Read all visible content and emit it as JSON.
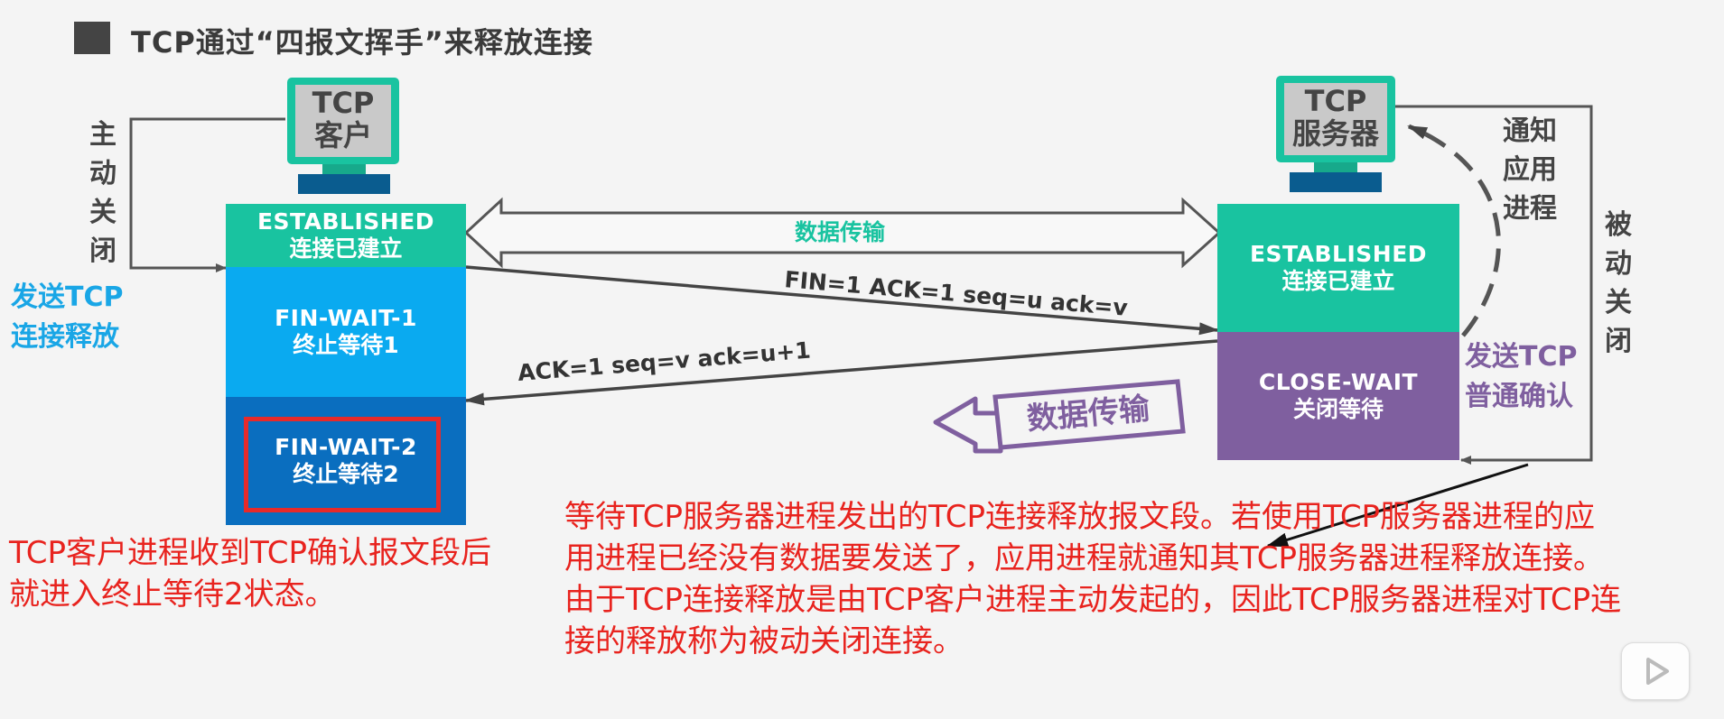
{
  "title": "TCP通过“四报文挥手”来释放连接",
  "client": {
    "monitor_label_1": "TCP",
    "monitor_label_2": "客户",
    "states": [
      {
        "en": "ESTABLISHED",
        "cn": "连接已建立"
      },
      {
        "en": "FIN-WAIT-1",
        "cn": "终止等待1"
      },
      {
        "en": "FIN-WAIT-2",
        "cn": "终止等待2"
      }
    ],
    "active_close": [
      "主",
      "动",
      "关",
      "闭"
    ],
    "send_release": [
      "发送TCP",
      "连接释放"
    ]
  },
  "server": {
    "monitor_label_1": "TCP",
    "monitor_label_2": "服务器",
    "states": [
      {
        "en": "ESTABLISHED",
        "cn": "连接已建立"
      },
      {
        "en": "CLOSE-WAIT",
        "cn": "关闭等待"
      }
    ],
    "notify_app": [
      "通知",
      "应用",
      "进程"
    ],
    "passive_close": [
      "被",
      "动",
      "关",
      "闭"
    ],
    "send_ack": [
      "发送TCP",
      "普通确认"
    ]
  },
  "segments": {
    "data_transfer_top": "数据传输",
    "fin": "FIN=1   ACK=1   seq=u   ack=v",
    "ack": "ACK=1    seq=v    ack=u+1",
    "data_transfer_server": "数据传输"
  },
  "notes": {
    "client_note": [
      "TCP客户进程收到TCP确认报文段后",
      "就进入终止等待2状态。"
    ],
    "server_note": [
      "等待TCP服务器进程发出的TCP连接释放报文段。若使用TCP服务器进程的应",
      "用进程已经没有数据要发送了，应用进程就通知其TCP服务器进程释放连接。",
      "由于TCP连接释放是由TCP客户进程主动发起的，因此TCP服务器进程对TCP连",
      "接的释放称为被动关闭连接。"
    ]
  },
  "colors": {
    "established": "#19c3a0",
    "fin_wait_1": "#0aaaf0",
    "fin_wait_2": "#0a6ebf",
    "close_wait": "#7f5f9f",
    "note_red": "#e8231e",
    "highlight_cyan": "#19a6e6"
  },
  "icons": [
    "monitor-icon",
    "play-icon"
  ]
}
